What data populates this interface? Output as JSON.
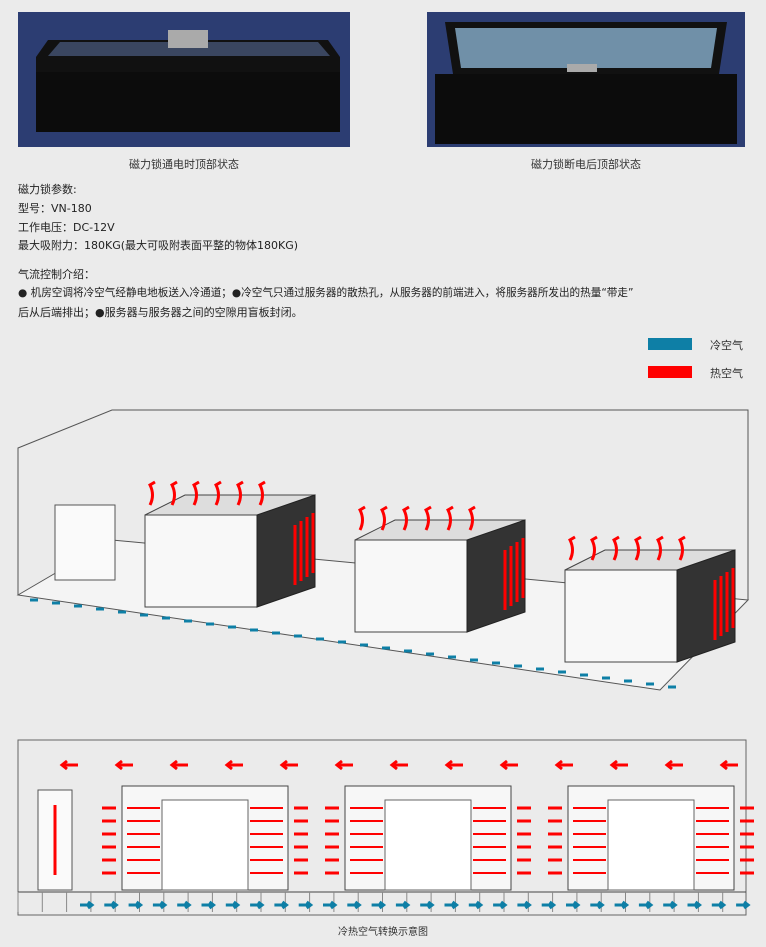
{
  "photos": [
    {
      "caption": "磁力锁通电时顶部状态"
    },
    {
      "caption": "磁力锁断电后顶部状态"
    }
  ],
  "lock_params": {
    "heading": "磁力锁参数:",
    "model": "型号：VN-180",
    "voltage": "工作电压：DC-12V",
    "force": "最大吸附力：180KG(最大可吸附表面平整的物体180KG)"
  },
  "airflow": {
    "heading": "气流控制介绍：",
    "line1": "● 机房空调将冷空气经静电地板送入冷通道；●冷空气只通过服务器的散热孔，从服务器的前端进入，将服务器所发出的热量“带走”",
    "line2": "后从后端排出；●服务器与服务器之间的空隙用盲板封闭。"
  },
  "legend": [
    {
      "label": "冷空气",
      "color": "#0e7fa6"
    },
    {
      "label": "热空气",
      "color": "#ff0000"
    }
  ],
  "diagram_caption": "冷热空气转换示意图"
}
